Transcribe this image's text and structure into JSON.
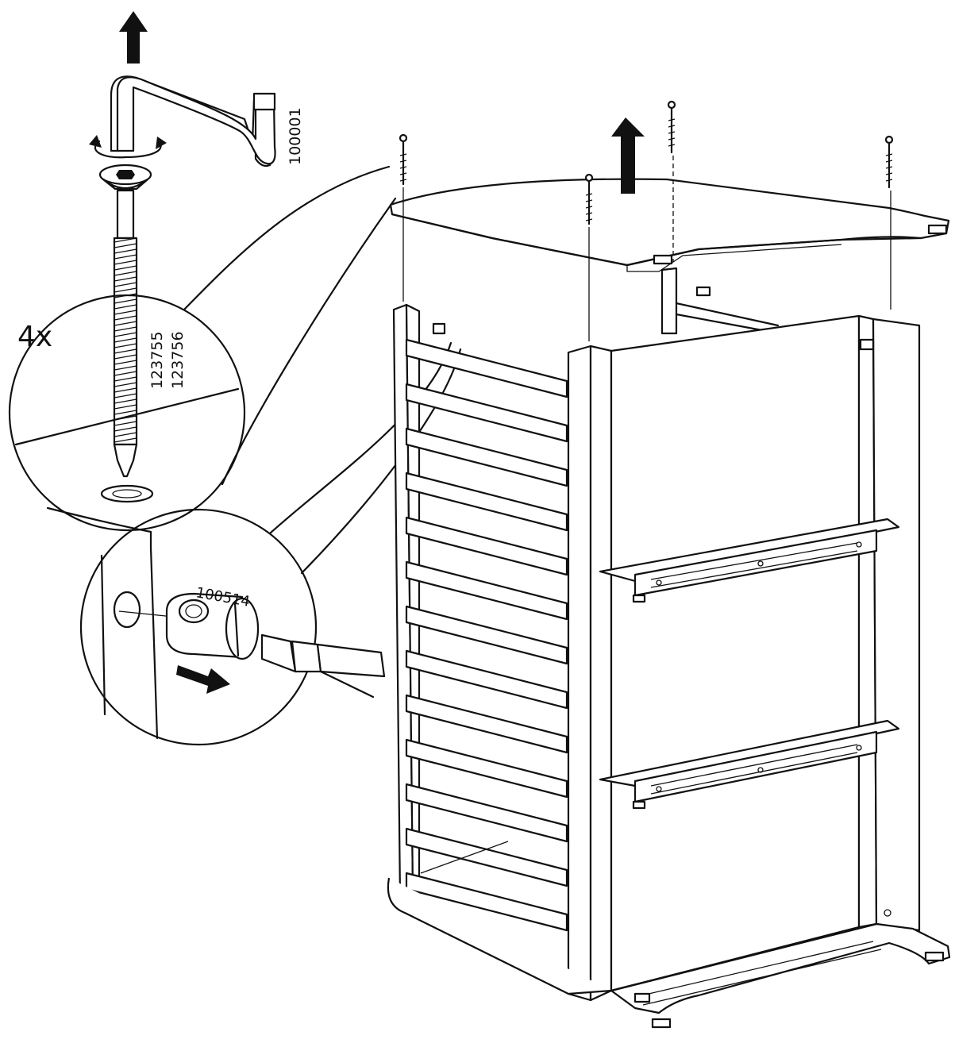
{
  "figure": {
    "quantity_label": "4x",
    "part_allen_key": "100001",
    "part_bolt_a": "123755",
    "part_bolt_b": "123756",
    "part_barrel_nut": "100514"
  },
  "icons": {
    "up_arrow": "arrow-up-icon",
    "rotate": "rotate-icon",
    "push_arrow": "arrow-right-icon"
  },
  "colors": {
    "ink": "#111111",
    "paper": "#ffffff"
  }
}
